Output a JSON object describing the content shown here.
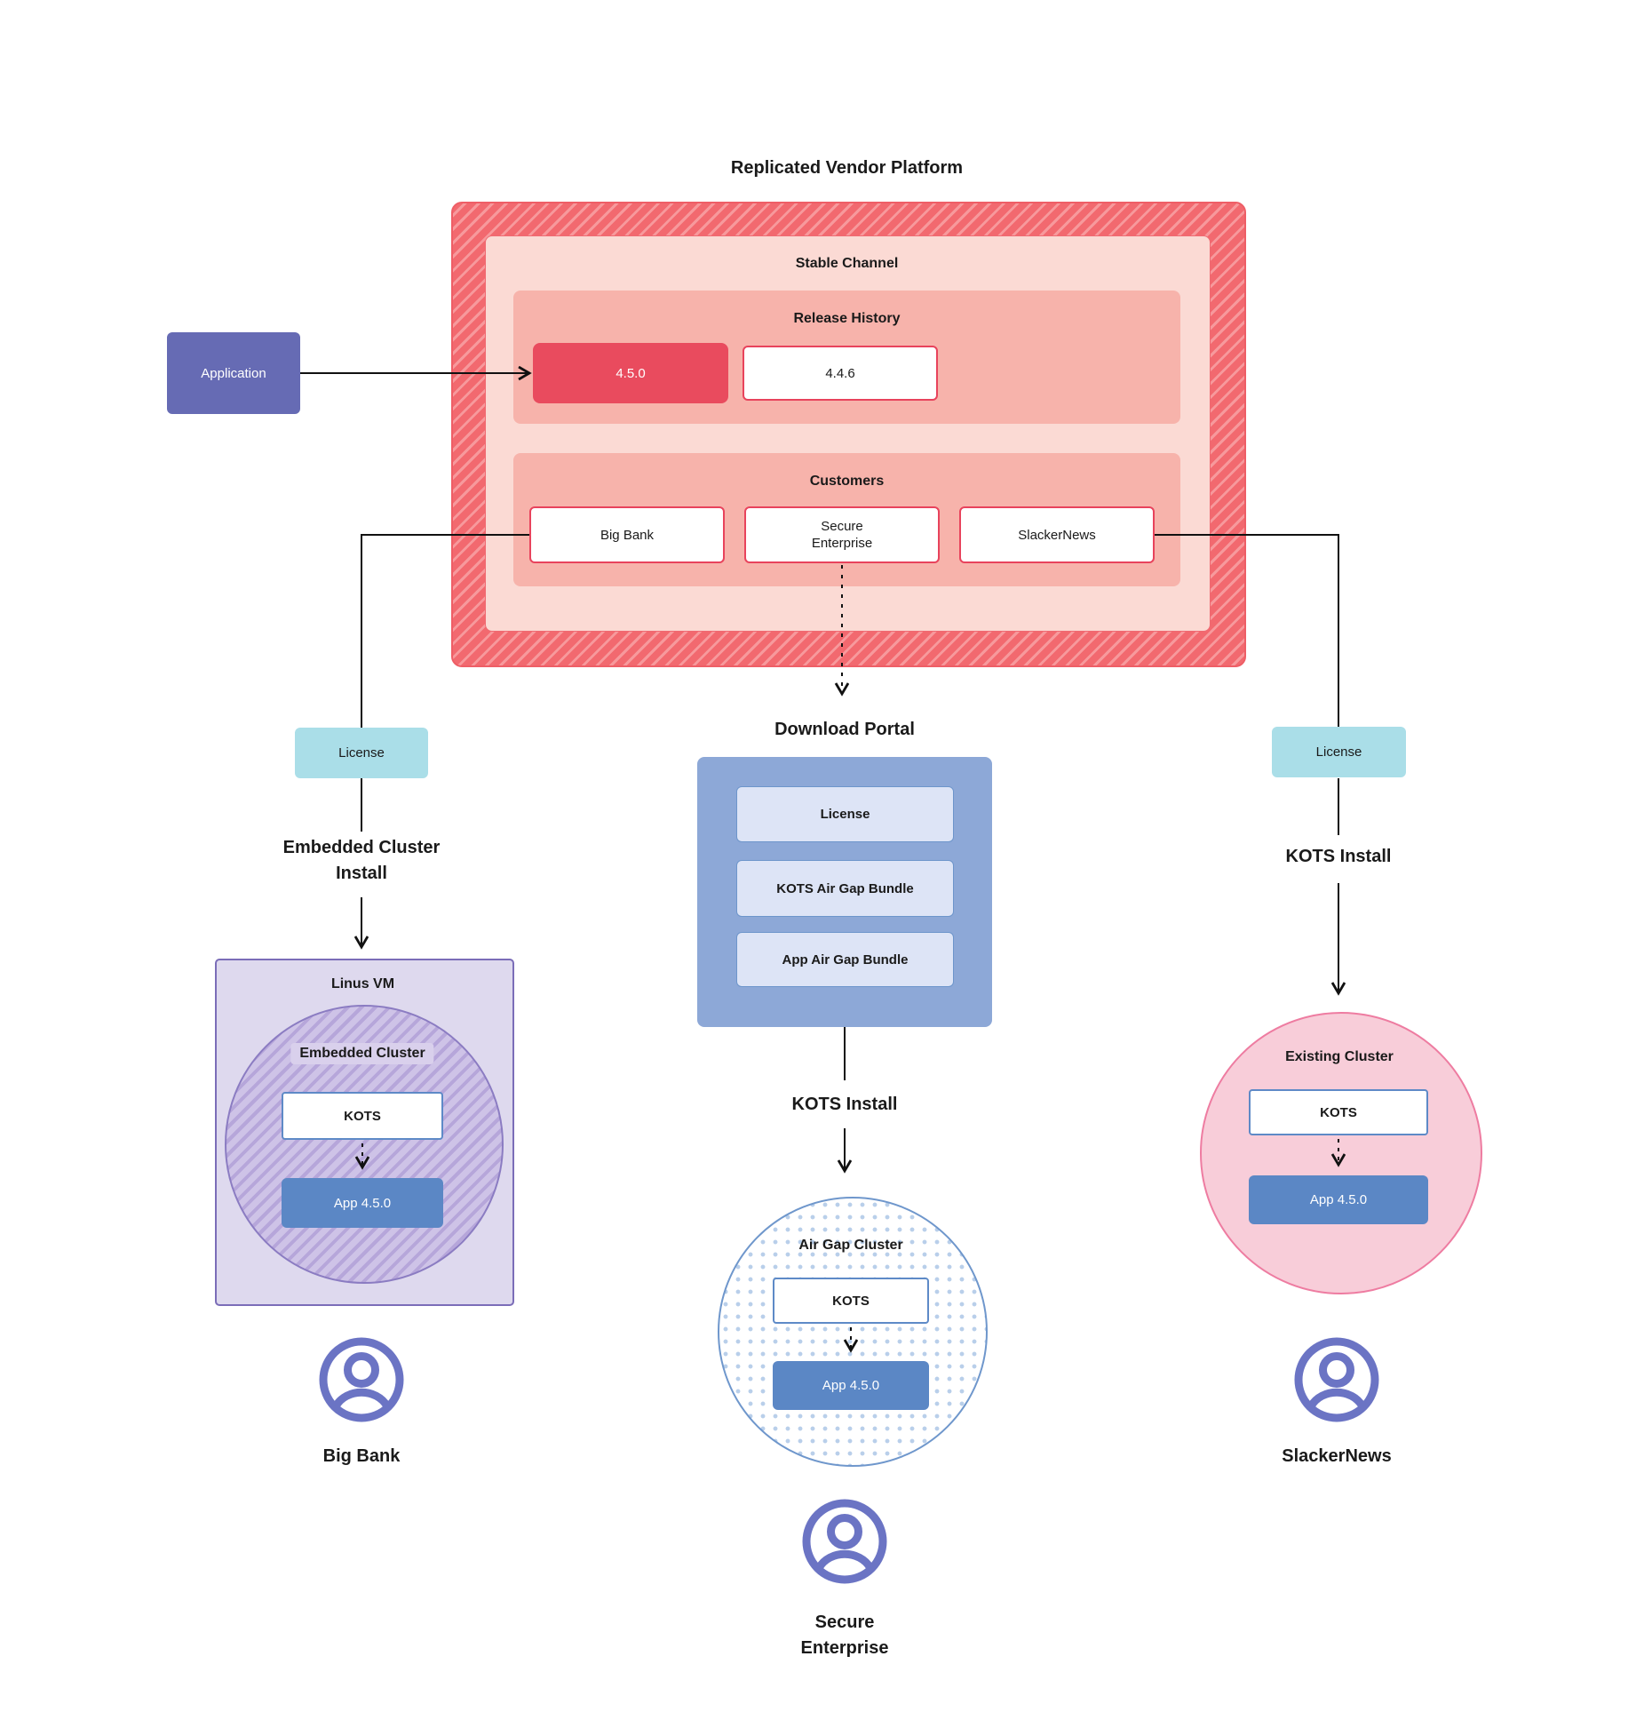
{
  "diagram": {
    "title": "Replicated Vendor Platform",
    "vendor_platform": {
      "stable_channel": {
        "label": "Stable Channel",
        "release_history": {
          "label": "Release History",
          "releases": [
            {
              "version": "4.5.0",
              "highlight": true
            },
            {
              "version": "4.4.6",
              "highlight": false
            }
          ]
        },
        "customers": {
          "label": "Customers",
          "items": [
            {
              "name": "Big Bank"
            },
            {
              "name": "Secure\nEnterprise"
            },
            {
              "name": "SlackerNews"
            }
          ]
        }
      }
    },
    "application": {
      "label": "Application"
    },
    "left_flow": {
      "license_label": "License",
      "install_label": "Embedded Cluster\nInstall",
      "vm_label": "Linus VM",
      "cluster_label": "Embedded Cluster",
      "kots_label": "KOTS",
      "app_label": "App 4.5.0",
      "user_label": "Big Bank"
    },
    "middle_flow": {
      "portal_title": "Download Portal",
      "portal_items": [
        {
          "label": "License"
        },
        {
          "label": "KOTS Air Gap Bundle"
        },
        {
          "label": "App Air Gap Bundle"
        }
      ],
      "install_label": "KOTS Install",
      "cluster_label": "Air Gap Cluster",
      "kots_label": "KOTS",
      "app_label": "App 4.5.0",
      "user_label": "Secure\nEnterprise"
    },
    "right_flow": {
      "license_label": "License",
      "install_label": "KOTS Install",
      "cluster_label": "Existing Cluster",
      "kots_label": "KOTS",
      "app_label": "App 4.5.0",
      "user_label": "SlackerNews"
    },
    "colors": {
      "release_highlight": "#E94B5E",
      "channel_fill": "#FBDAD4",
      "section_fill": "#F7B3AB",
      "hatch_base": "#F2696F",
      "hatch_stripe": "#F7999C",
      "red_border": "#E8435C",
      "application_fill": "#666BB4",
      "license_fill": "#AADEE8",
      "portal_fill": "#8DA8D7",
      "portal_item_fill": "#DDE4F6",
      "app_fill": "#5B87C5",
      "kots_border": "#5E8AC7",
      "vm_fill": "#DED9EE",
      "vm_border": "#7B6DB8",
      "embedded_hatch_light": "#CEC3E7",
      "embedded_hatch_dark": "#B6A6DA",
      "existing_fill": "#F8CDD9",
      "existing_border": "#EE7CA1",
      "airgap_dot": "#B9CFEA",
      "airgap_border": "#6F97CC",
      "user_icon": "#6B74C4",
      "connector": "#111111"
    }
  }
}
